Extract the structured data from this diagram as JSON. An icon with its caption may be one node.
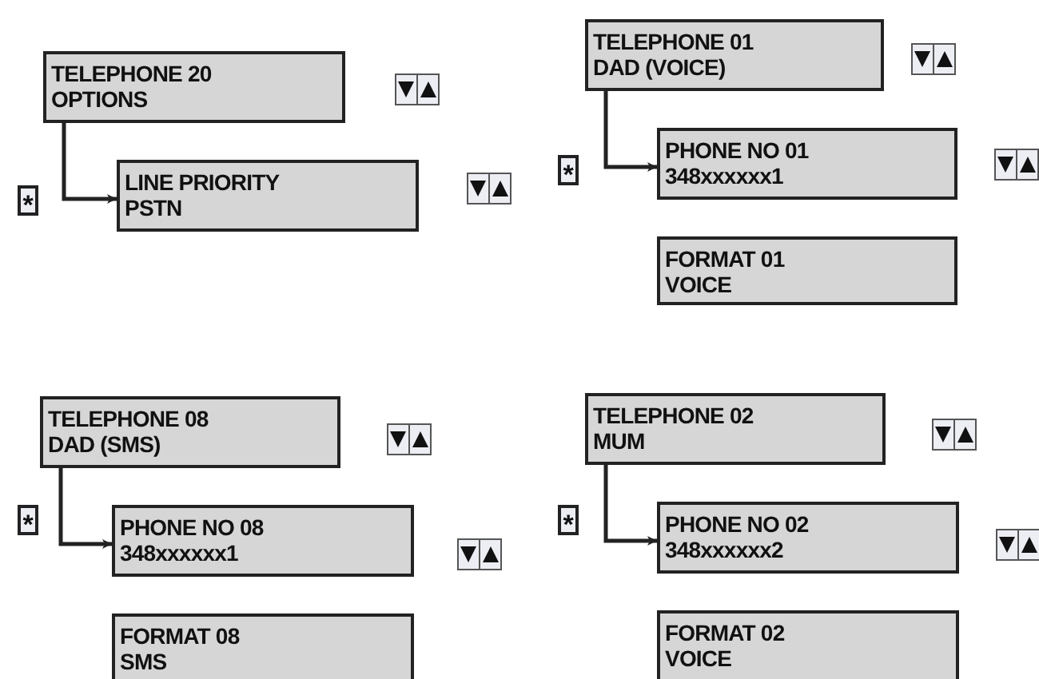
{
  "diagram": {
    "nodes": [
      {
        "text": [
          "TELEPHONE 20",
          "OPTIONS"
        ]
      },
      {
        "text": [
          "LINE PRIORITY",
          "PSTN"
        ]
      },
      {
        "text": [
          "TELEPHONE 01",
          "DAD (VOICE)"
        ]
      },
      {
        "text": [
          "PHONE NO 01",
          "348xxxxxx1"
        ]
      },
      {
        "text": [
          "FORMAT 01",
          "VOICE"
        ]
      },
      {
        "text": [
          "TELEPHONE 08",
          "DAD (SMS)"
        ]
      },
      {
        "text": [
          "PHONE NO 08",
          "348xxxxxx1"
        ]
      },
      {
        "text": [
          "FORMAT 08",
          "SMS"
        ]
      },
      {
        "text": [
          "TELEPHONE 02",
          "MUM"
        ]
      },
      {
        "text": [
          "PHONE NO 02",
          "348xxxxxx2"
        ]
      },
      {
        "text": [
          "FORMAT 02",
          "VOICE"
        ]
      }
    ],
    "edges": [
      {
        "from": 0,
        "to": 1,
        "arrow": "to"
      },
      {
        "from": 2,
        "to": 3,
        "arrow": "to"
      },
      {
        "from": 5,
        "to": 6,
        "arrow": "to"
      },
      {
        "from": 8,
        "to": 9,
        "arrow": "to"
      }
    ],
    "labels": [
      "*",
      "*",
      "*",
      "*"
    ]
  }
}
